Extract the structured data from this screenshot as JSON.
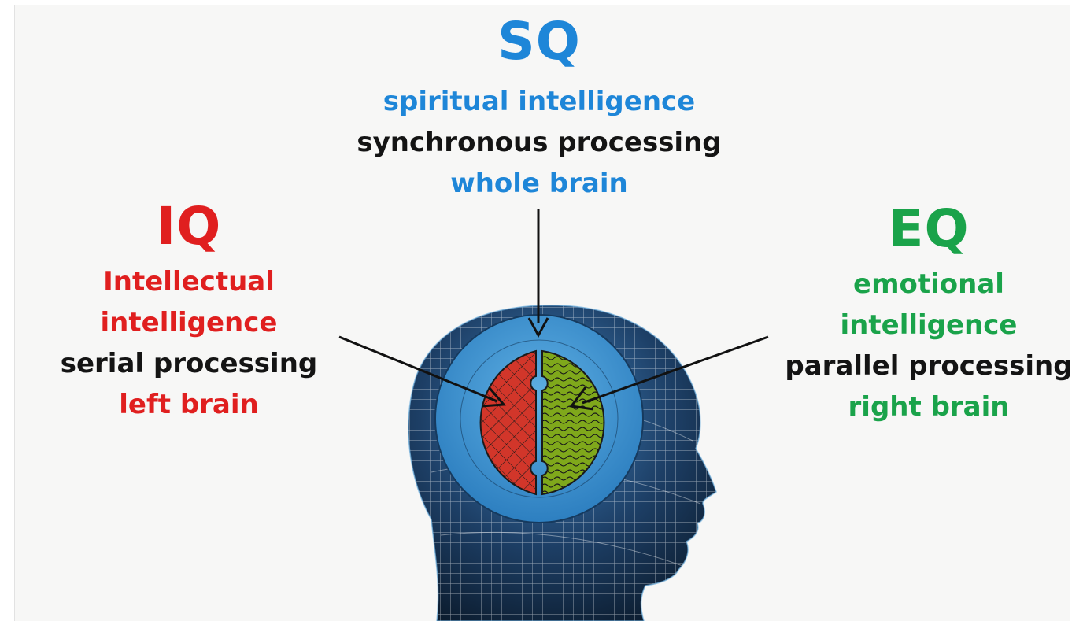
{
  "colors": {
    "sq": "#1e86d8",
    "iq": "#e01f1f",
    "eq": "#1aa34a",
    "neutral": "#141414",
    "circle_blue": "#3d95cf",
    "left_half": "#d2362a",
    "right_half": "#7fa81b"
  },
  "sq": {
    "title": "SQ",
    "line1": "spiritual intelligence",
    "line2": "synchronous processing",
    "line3": "whole brain"
  },
  "iq": {
    "title": "IQ",
    "line1": "Intellectual",
    "line2": "intelligence",
    "line3": "serial processing",
    "line4": "left brain"
  },
  "eq": {
    "title": "EQ",
    "line1": "emotional",
    "line2": "intelligence",
    "line3": "parallel processing",
    "line4": "right brain"
  }
}
